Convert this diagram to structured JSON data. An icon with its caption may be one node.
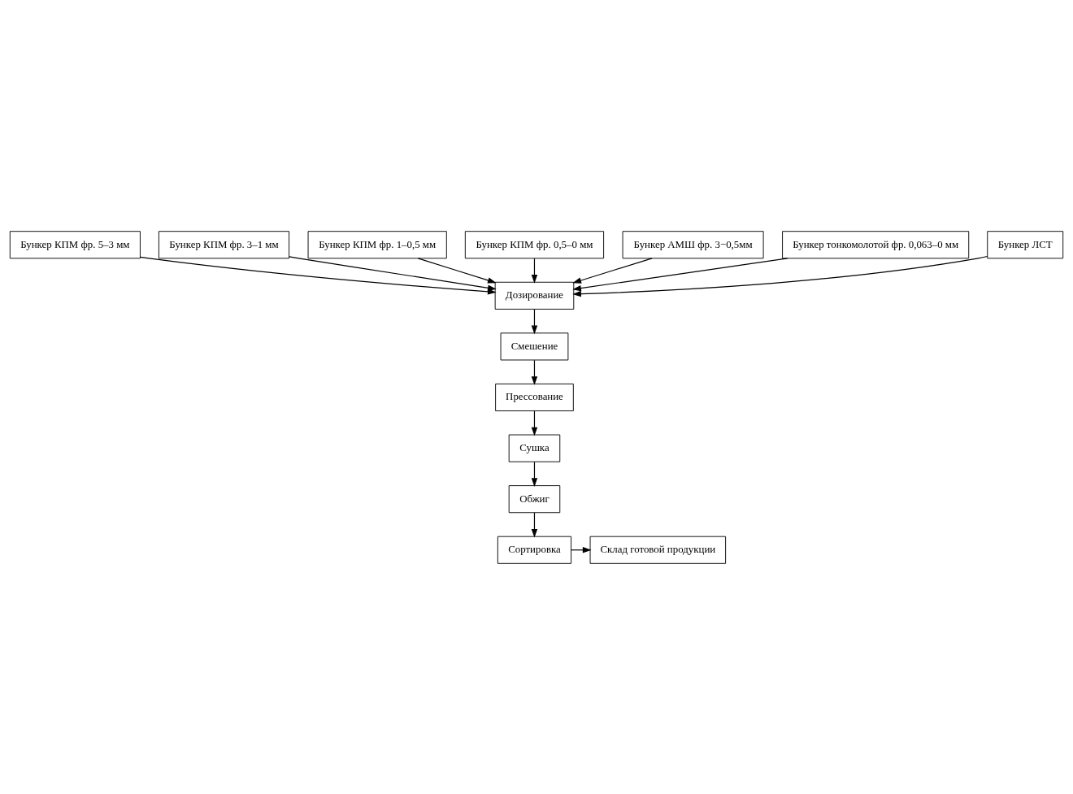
{
  "diagram": {
    "nodes": [
      {
        "text": [
          "Бункер КПМ фр. 5–3 мм"
        ]
      },
      {
        "text": [
          "Бункер КПМ фр. 3–1 мм"
        ]
      },
      {
        "text": [
          "Бункер КПМ фр. 1–0,5 мм"
        ]
      },
      {
        "text": [
          "Бункер КПМ фр. 0,5–0 мм"
        ]
      },
      {
        "text": [
          "Бункер АМШ фр. 3−0,5мм"
        ]
      },
      {
        "text": [
          "Дозирование"
        ]
      },
      {
        "text": [
          "Бункер тонкомолотой фр. 0,063–0 мм"
        ]
      },
      {
        "text": [
          "Смешение"
        ]
      },
      {
        "text": [
          "Бункер ЛСТ"
        ]
      },
      {
        "text": [
          "Прессование"
        ]
      },
      {
        "text": [
          "Сушка"
        ]
      },
      {
        "text": [
          "Обжиг"
        ]
      },
      {
        "text": [
          "Сортировка"
        ]
      },
      {
        "text": [
          "Склад готовой продукции"
        ]
      }
    ],
    "edges": [
      {
        "from": 0,
        "to": 5,
        "arrow": "to"
      },
      {
        "from": 1,
        "to": 5,
        "arrow": "to"
      },
      {
        "from": 2,
        "to": 5,
        "arrow": "to"
      },
      {
        "from": 3,
        "to": 5,
        "arrow": "to"
      },
      {
        "from": 4,
        "to": 5,
        "arrow": "to"
      },
      {
        "from": 6,
        "to": 5,
        "arrow": "to"
      },
      {
        "from": 8,
        "to": 5,
        "arrow": "to"
      },
      {
        "from": 5,
        "to": 7,
        "arrow": "to"
      },
      {
        "from": 7,
        "to": 9,
        "arrow": "to"
      },
      {
        "from": 9,
        "to": 10,
        "arrow": "to"
      },
      {
        "from": 10,
        "to": 11,
        "arrow": "to"
      },
      {
        "from": 11,
        "to": 12,
        "arrow": "to"
      },
      {
        "from": 12,
        "to": 13,
        "arrow": "to"
      }
    ]
  }
}
